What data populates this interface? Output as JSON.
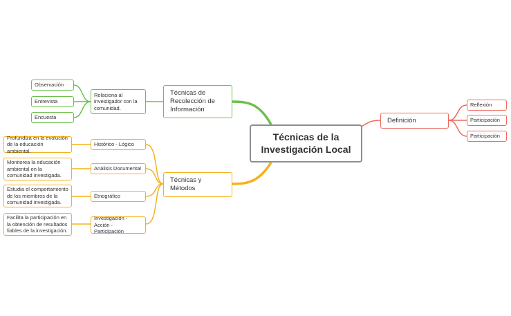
{
  "root": {
    "title": "Técnicas de la Investigación Local"
  },
  "recoleccion": {
    "title": "Técnicas de Recolección de Información",
    "description": "Relaciona al investigador con la comunidad.",
    "items": [
      "Observación",
      "Entrevista",
      "Encuesta"
    ]
  },
  "metodos": {
    "title": "Técnicas y Métodos",
    "items": [
      {
        "label": "Histórico - Lógico",
        "description": "Profundiza en la evolución de la educación ambiental."
      },
      {
        "label": "Análisis Documental",
        "description": "Monitorea la educación ambiental en la comunidad investigada."
      },
      {
        "label": "Etnográfico",
        "description": "Estudia el comportamiento de los miembros de la comunidad investigada."
      },
      {
        "label": "Investigación - Acción - Participación",
        "description": "Facilita la participación en la obtención de resultados fiables de la investigación."
      }
    ]
  },
  "definicion": {
    "title": "Definición",
    "items": [
      "Reflexión",
      "Participación",
      "Participación"
    ]
  },
  "colors": {
    "green": "#6cc04a",
    "yellow": "#f5b11b",
    "red": "#ec6b5e",
    "root_border": "#8a8e94"
  }
}
